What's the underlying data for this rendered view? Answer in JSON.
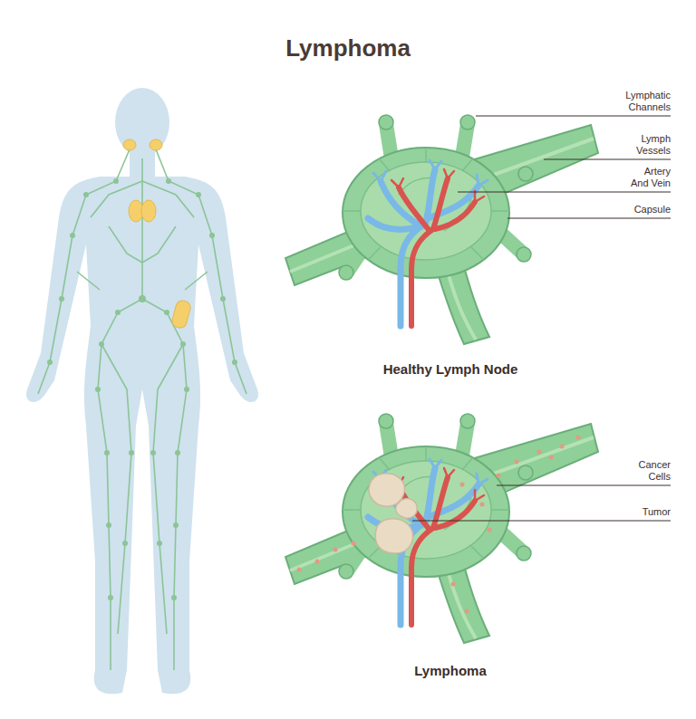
{
  "diagram": {
    "title": "Lymphoma",
    "labels": [
      "Lymphatic Channels",
      "Lymph Vessels",
      "Artery And Vein",
      "Capsule",
      "Healthy Lymph Node",
      "Cancer Cells",
      "Tumor",
      "Lymphoma"
    ]
  }
}
